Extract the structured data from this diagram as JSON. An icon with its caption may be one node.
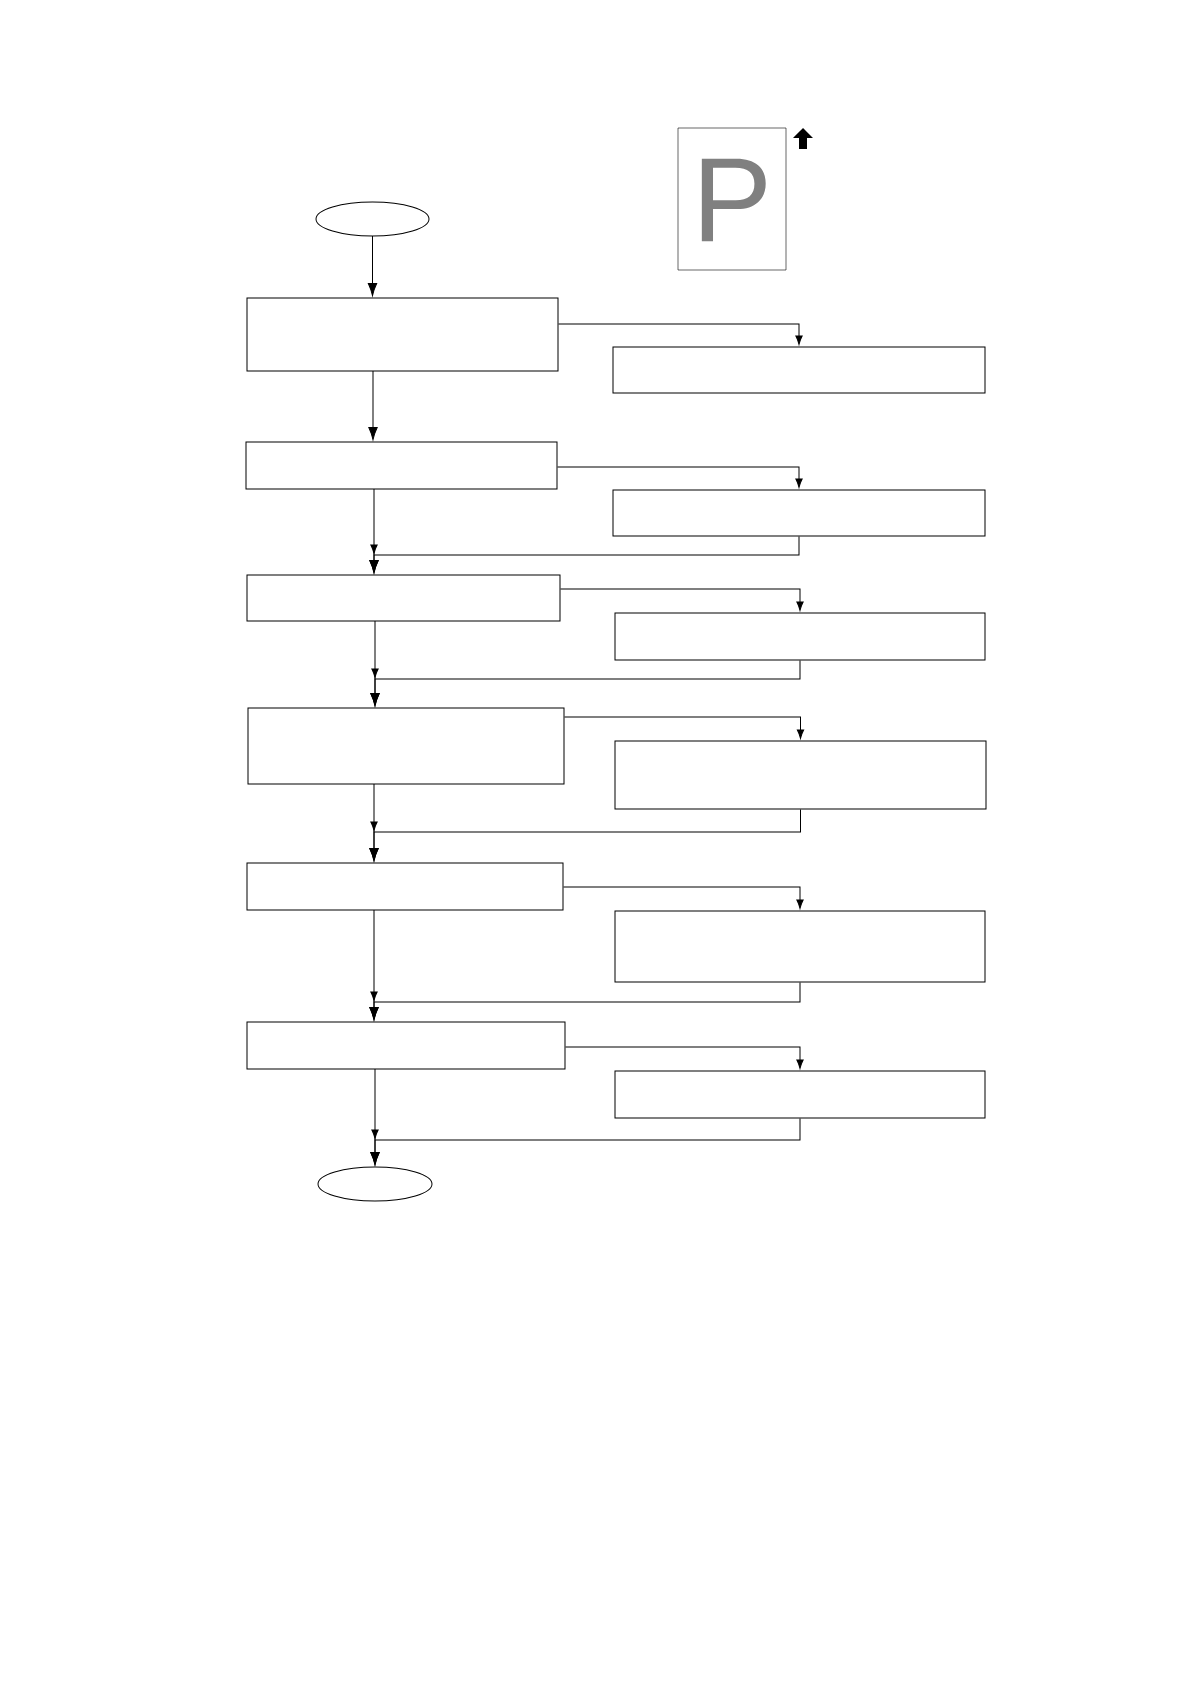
{
  "diagram": {
    "nodes": [
      {
        "text": [],
        "shape": "ellipse"
      },
      {
        "text": [],
        "shape": "box"
      },
      {
        "text": [],
        "shape": "box"
      },
      {
        "text": [],
        "shape": "box"
      },
      {
        "text": [],
        "shape": "box"
      },
      {
        "text": [],
        "shape": "box"
      },
      {
        "text": [],
        "shape": "box"
      },
      {
        "text": [],
        "shape": "box"
      },
      {
        "text": [],
        "shape": "box"
      },
      {
        "text": [],
        "shape": "box"
      },
      {
        "text": [],
        "shape": "box"
      },
      {
        "text": [],
        "shape": "box"
      },
      {
        "text": [],
        "shape": "box"
      },
      {
        "text": [],
        "shape": "ellipse"
      }
    ],
    "edges": [
      {
        "from": 0,
        "to": 1,
        "arrow": "to"
      },
      {
        "from": 1,
        "to": 2,
        "arrow": "to"
      },
      {
        "from": 1,
        "to": 3,
        "arrow": "to"
      },
      {
        "from": 3,
        "to": 4,
        "arrow": "to"
      },
      {
        "from": 3,
        "to": 5,
        "arrow": "to"
      },
      {
        "from": 4,
        "to": 5,
        "arrow": "to"
      },
      {
        "from": 5,
        "to": 6,
        "arrow": "to"
      },
      {
        "from": 5,
        "to": 7,
        "arrow": "to"
      },
      {
        "from": 6,
        "to": 7,
        "arrow": "to"
      },
      {
        "from": 7,
        "to": 8,
        "arrow": "to"
      },
      {
        "from": 7,
        "to": 9,
        "arrow": "to"
      },
      {
        "from": 8,
        "to": 9,
        "arrow": "to"
      },
      {
        "from": 9,
        "to": 10,
        "arrow": "to"
      },
      {
        "from": 9,
        "to": 11,
        "arrow": "to"
      },
      {
        "from": 10,
        "to": 11,
        "arrow": "to"
      },
      {
        "from": 11,
        "to": 12,
        "arrow": "to"
      },
      {
        "from": 11,
        "to": 13,
        "arrow": "to"
      },
      {
        "from": 12,
        "to": 13,
        "arrow": "to"
      }
    ],
    "labels": [
      "P"
    ]
  }
}
